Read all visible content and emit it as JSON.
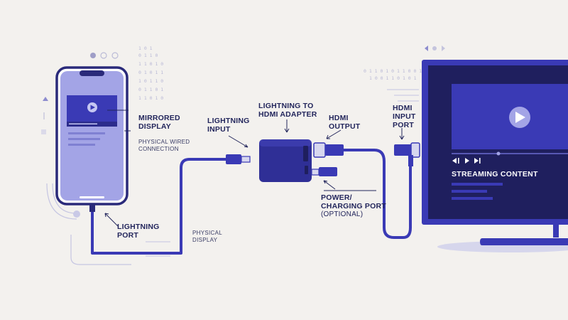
{
  "labels": {
    "mirrored_display": [
      "MIRRORED",
      "DISPLAY"
    ],
    "physical_wired_connection": [
      "PHYSICAL WIRED",
      "CONNECTION"
    ],
    "lightning_input": [
      "LIGHTNING",
      "INPUT"
    ],
    "adapter": [
      "LIGHTNING to",
      "HDMI ADAPTER"
    ],
    "hdmi_output": [
      "HDMI",
      "OUTPUT"
    ],
    "hdmi_input_port": [
      "HDMI",
      "INPUT",
      "PORT"
    ],
    "power_charging_port": [
      "POWER/",
      "CHARGING PORT"
    ],
    "optional": "(OPTIONAL)",
    "lightning_port": [
      "LIGHTNING",
      "PORT"
    ],
    "physical_display": [
      "PHYSICAL",
      "DISPLAY"
    ],
    "streaming_content": "STREAMING CONTENT"
  },
  "colors": {
    "background": "#f3f1ee",
    "accent": "#3a3ab5",
    "dark_navy": "#1f1f5e",
    "phone_screen": "#a3a4e6",
    "tv_screen": "#1f1f5e",
    "label_text": "#23265c"
  }
}
